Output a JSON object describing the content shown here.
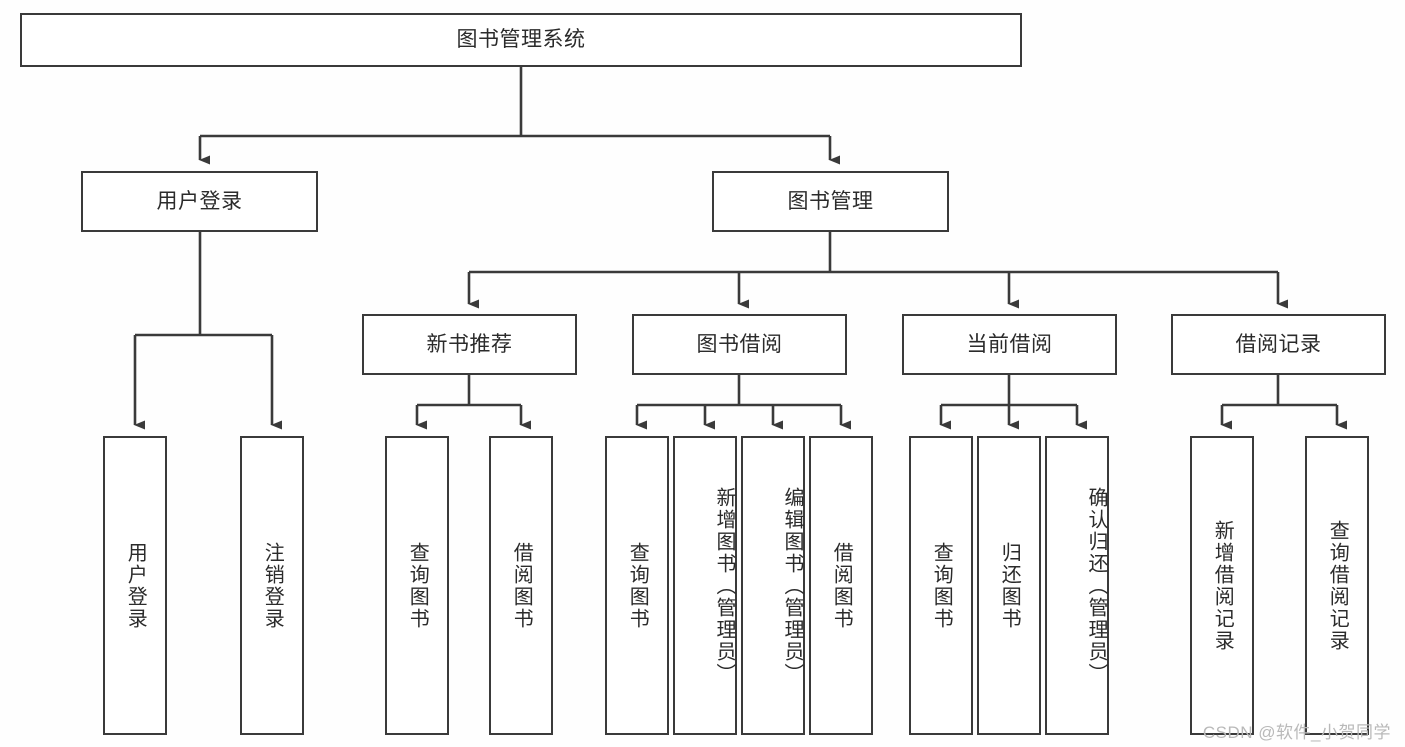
{
  "diagram": {
    "title": "图书管理系统",
    "type": "function-structure-tree",
    "watermark": "CSDN @软件_小贺同学",
    "colors": {
      "background": "#fefefe",
      "node_fill": "#ffffff",
      "node_border": "#3a3a3a",
      "edge": "#3a3a3a",
      "text": "#2b2b2b",
      "watermark": "#b9b9b9"
    },
    "levels": {
      "root": "图书管理系统",
      "level2": [
        "用户登录",
        "图书管理"
      ],
      "level3": [
        "新书推荐",
        "图书借阅",
        "当前借阅",
        "借阅记录"
      ],
      "level4": [
        "用户登录",
        "注销登录",
        "查询图书",
        "借阅图书",
        "查询图书",
        "新增图书（管理员）",
        "编辑图书（管理员）",
        "借阅图书",
        "查询图书",
        "归还图书",
        "确认归还（管理员）",
        "新增借阅记录",
        "查询借阅记录"
      ]
    },
    "nodes": {
      "root": {
        "label": "图书管理系统"
      },
      "user_login": {
        "label": "用户登录"
      },
      "book_manage": {
        "label": "图书管理"
      },
      "new_book_rec": {
        "label": "新书推荐"
      },
      "book_borrow": {
        "label": "图书借阅"
      },
      "current_borrow": {
        "label": "当前借阅"
      },
      "borrow_record": {
        "label": "借阅记录"
      },
      "leaf_user_login": {
        "label": "用户登录"
      },
      "leaf_logout": {
        "label": "注销登录"
      },
      "leaf_query_book_1": {
        "label": "查询图书"
      },
      "leaf_borrow_book_1": {
        "label": "借阅图书"
      },
      "leaf_query_book_2": {
        "label": "查询图书"
      },
      "leaf_add_book": {
        "label": "新增图书（管理员）"
      },
      "leaf_edit_book": {
        "label": "编辑图书（管理员）"
      },
      "leaf_borrow_book_2": {
        "label": "借阅图书"
      },
      "leaf_query_book_3": {
        "label": "查询图书"
      },
      "leaf_return_book": {
        "label": "归还图书"
      },
      "leaf_confirm_return": {
        "label": "确认归还（管理员）"
      },
      "leaf_add_record": {
        "label": "新增借阅记录"
      },
      "leaf_query_record": {
        "label": "查询借阅记录"
      }
    }
  }
}
